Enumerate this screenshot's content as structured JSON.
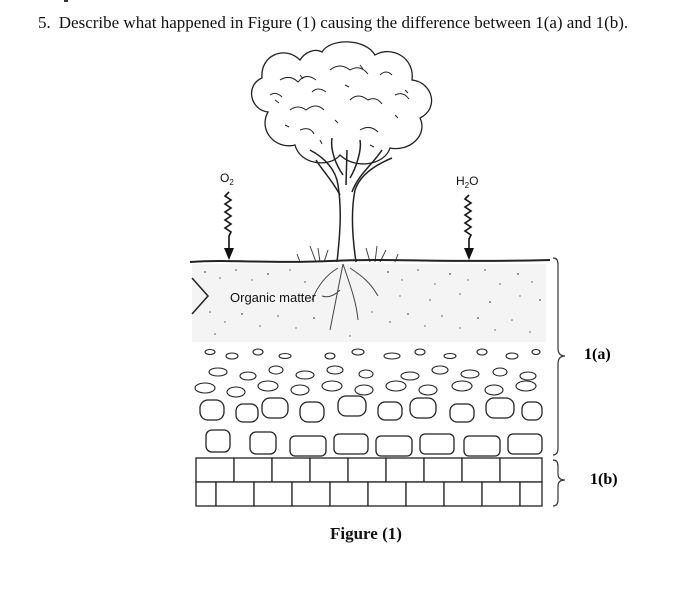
{
  "question": {
    "number": "5.",
    "text": "Describe what happened in Figure (1) causing the difference between 1(a) and 1(b)."
  },
  "figure": {
    "labels": {
      "oxygen": "O",
      "oxygen_sub": "2",
      "water_h": "H",
      "water_sub": "2",
      "water_o": "O",
      "organic_matter": "Organic matter",
      "zone_a": "1(a)",
      "zone_b": "1(b)"
    },
    "caption": "Figure (1)"
  }
}
